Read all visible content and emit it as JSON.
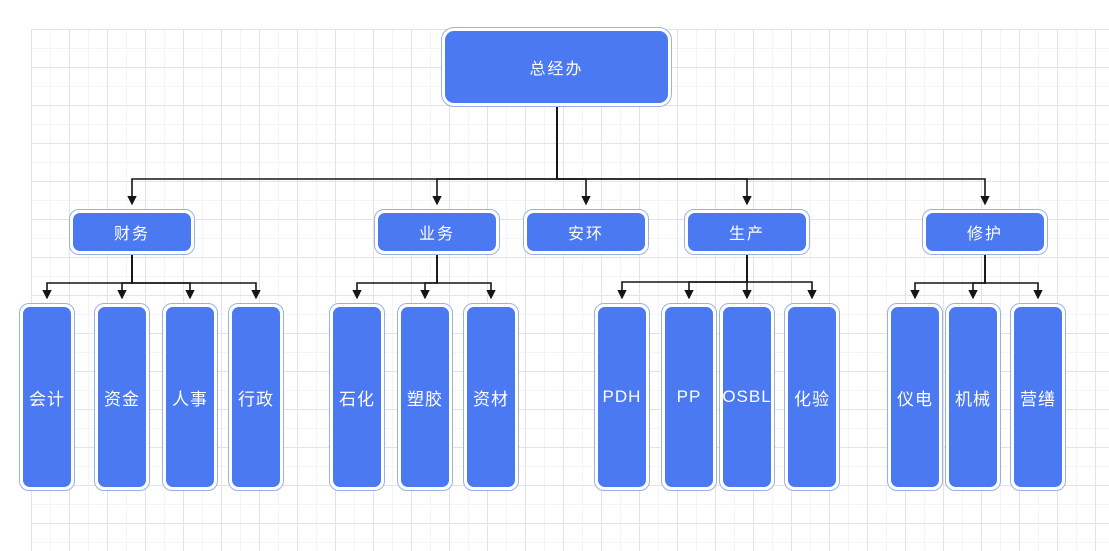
{
  "diagram": {
    "type": "org-chart",
    "root": {
      "label": "总经办",
      "children": [
        {
          "label": "财务",
          "children": [
            {
              "label": "会计"
            },
            {
              "label": "资金"
            },
            {
              "label": "人事"
            },
            {
              "label": "行政"
            }
          ]
        },
        {
          "label": "业务",
          "children": [
            {
              "label": "石化"
            },
            {
              "label": "塑胶"
            },
            {
              "label": "资材"
            }
          ]
        },
        {
          "label": "安环",
          "children": []
        },
        {
          "label": "生产",
          "children": [
            {
              "label": "PDH"
            },
            {
              "label": "PP"
            },
            {
              "label": "OSBL"
            },
            {
              "label": "化验"
            }
          ]
        },
        {
          "label": "修护",
          "children": [
            {
              "label": "仪电"
            },
            {
              "label": "机械"
            },
            {
              "label": "营缮"
            }
          ]
        }
      ]
    }
  },
  "colors": {
    "node_fill": "#4a79f2",
    "node_border": "#9ab1e8",
    "node_text": "#ffffff",
    "connector": "#151515",
    "grid_minor": "#f4f4f7",
    "grid_major": "#e2e2e7",
    "background": "#ffffff"
  }
}
